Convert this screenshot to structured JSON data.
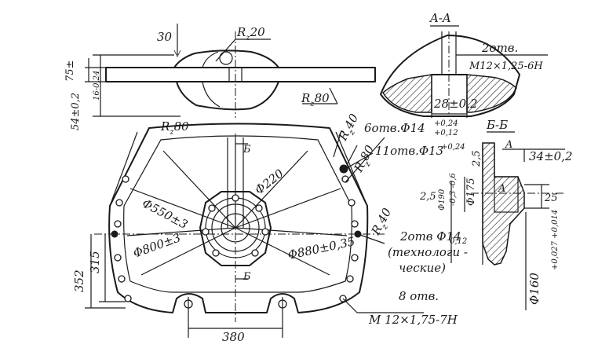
{
  "section_labels": {
    "aa_title": "A-A",
    "bb_title": "Б-Б",
    "cut_b_top": "Б",
    "cut_b_bottom": "Б",
    "cut_a_top": "A",
    "cut_a_mid": "A"
  },
  "dimensions": {
    "d30": "30",
    "rz20": "R",
    "rz20_sub": "z",
    "rz20_val": "20",
    "d75": "75±",
    "d16": "16-0,24",
    "d54": "54±0,2",
    "rz80_top": "R",
    "rz80_top_sub": "z",
    "rz80_top_val": "80",
    "rz80_left": "R",
    "rz80_left_sub": "z",
    "rz80_left_val": "80",
    "rz40_top": "R",
    "rz40_top_sub": "z",
    "rz40_top_val": "40",
    "rz80_right": "R",
    "rz80_right_sub": "z",
    "rz80_right_val": "80",
    "rz40_bottom": "R",
    "rz40_bottom_sub": "z",
    "rz40_bottom_val": "40",
    "holes6_text": "6отв.Φ14",
    "holes6_tol_up": "+0,24",
    "holes6_tol_dn": "+0,12",
    "holes11_text": "11отв.Φ13",
    "holes11_tol": "+0,24",
    "holes2_text": "2отв Φ14",
    "holes2_tol": "0,12",
    "techn_1": "(технологи -",
    "techn_2": "ческие)",
    "phi550": "Φ550±3",
    "phi220": "Φ220",
    "phi800": "Φ800±3",
    "phi880": "Φ880±0,35",
    "d315": "315",
    "d352": "352",
    "d380": "380",
    "holes8_1": "8 отв.",
    "holes8_2": "М 12×1,75-7Н",
    "aa_holes_1": "2отв.",
    "aa_holes_2": "М12×1,25-6Н",
    "aa_28": "28±0,2",
    "bb_34": "34±0,2",
    "bb_25_top": "2,5",
    "bb_25_left": "2,5",
    "bb_25_right": "25",
    "bb_phi175": "Φ175",
    "bb_phi190": "Φ190",
    "bb_phi190_tol": "-0,3 -0,6",
    "bb_phi160": "Φ160",
    "bb_phi160_tol": "+0,027 +0,014"
  }
}
